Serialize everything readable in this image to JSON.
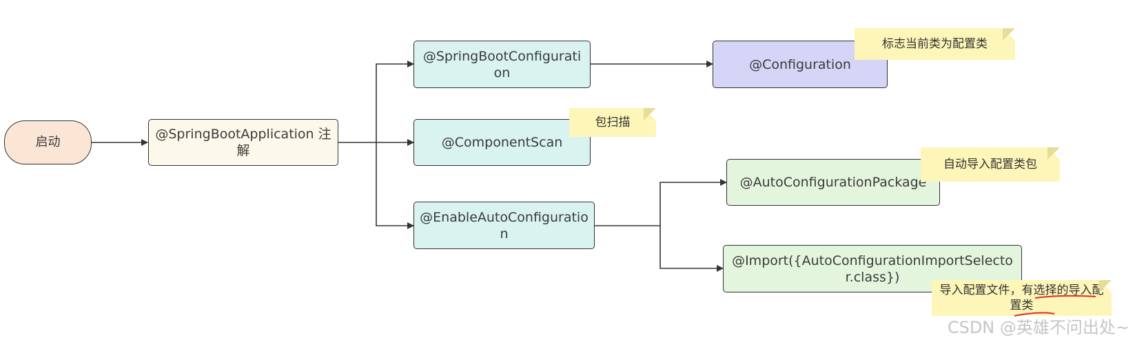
{
  "colors": {
    "terminal_fill": "#fbe6d6",
    "main_fill": "#fdf9ea",
    "cyan_fill": "#d9f3f1",
    "purple_fill": "#d4d5f7",
    "green_fill": "#e4f5de",
    "note_fill": "#fdf6b8",
    "edge": "#333333",
    "underline": "#e0282a"
  },
  "nodes": {
    "start": {
      "label": "启动"
    },
    "app": {
      "label": "@SpringBootApplication 注解"
    },
    "sbconf": {
      "label": "@SpringBootConfiguration"
    },
    "compscan": {
      "label": "@ComponentScan"
    },
    "enableauto": {
      "label": "@EnableAutoConfiguration"
    },
    "configuration": {
      "label": "@Configuration"
    },
    "autopkg": {
      "label": "@AutoConfigurationPackage"
    },
    "import": {
      "label": "@Import({AutoConfigurationImportSelector.class})"
    }
  },
  "notes": {
    "configuration": {
      "text": "标志当前类为配置类"
    },
    "compscan": {
      "text": "包扫描"
    },
    "autopkg": {
      "text": "自动导入配置类包"
    },
    "import": {
      "text": "导入配置文件，有选择的导入配置类"
    }
  },
  "edges": [
    {
      "from": "start",
      "to": "app"
    },
    {
      "from": "app",
      "to": "sbconf"
    },
    {
      "from": "app",
      "to": "compscan"
    },
    {
      "from": "app",
      "to": "enableauto"
    },
    {
      "from": "sbconf",
      "to": "configuration"
    },
    {
      "from": "enableauto",
      "to": "autopkg"
    },
    {
      "from": "enableauto",
      "to": "import"
    }
  ],
  "watermark": "CSDN @英雄不问出处~"
}
